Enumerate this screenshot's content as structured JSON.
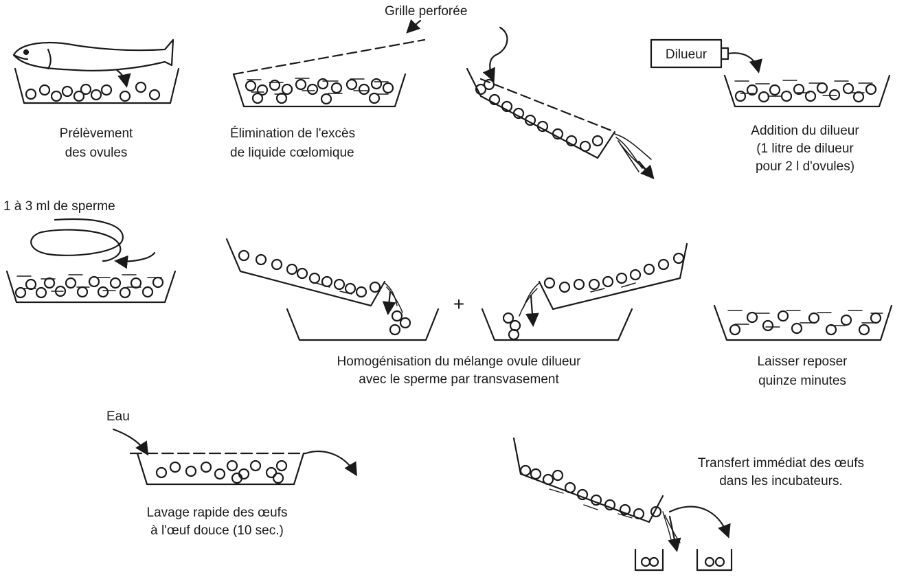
{
  "diagram": {
    "steps": {
      "prelevement": {
        "lines": [
          "Prélèvement",
          "des ovules"
        ]
      },
      "elimination": {
        "lines": [
          "Élimination de l'excès",
          "de liquide cœlomique"
        ]
      },
      "grille": {
        "label": "Grille perforée"
      },
      "dilueur_box": {
        "label": "Dilueur"
      },
      "addition": {
        "lines": [
          "Addition du dilueur",
          "(1 litre de dilueur",
          "pour 2 l d'ovules)"
        ]
      },
      "sperme": {
        "label": "1 à 3 ml de sperme"
      },
      "homogenisation": {
        "lines": [
          "Homogénisation du mélange ovule dilueur",
          "avec le sperme par transvasement"
        ]
      },
      "plus": {
        "label": "+"
      },
      "repos": {
        "lines": [
          "Laisser reposer",
          "quinze minutes"
        ]
      },
      "eau": {
        "label": "Eau"
      },
      "lavage": {
        "lines": [
          "Lavage rapide des œufs",
          "à l'œuf douce (10 sec.)"
        ]
      },
      "transfert": {
        "lines": [
          "Transfert immédiat des œufs",
          "dans les incubateurs."
        ]
      }
    }
  }
}
